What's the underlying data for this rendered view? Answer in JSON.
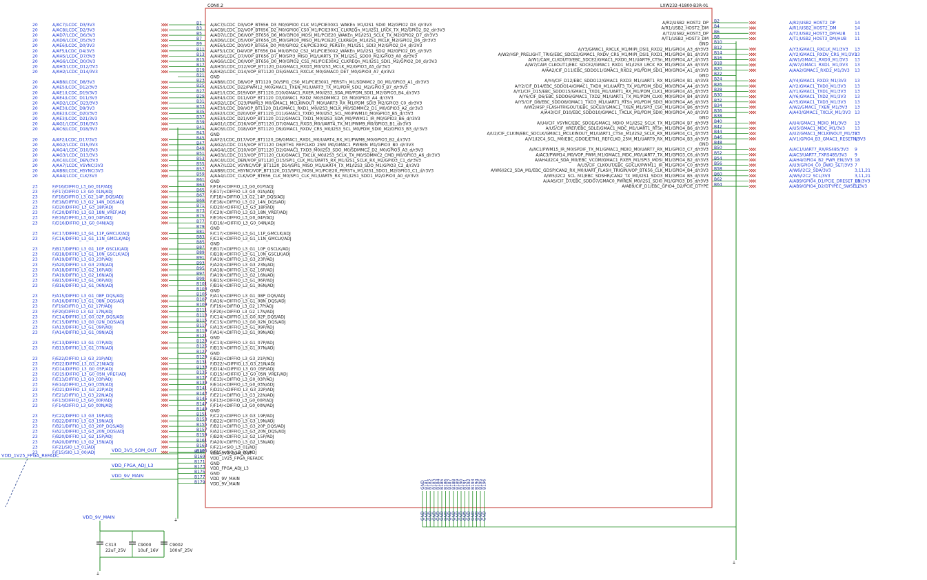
{
  "connector": {
    "refdes": "CON0.2",
    "part_number": "LXW232-41800-B3R-01"
  },
  "colors": {
    "wire": "#1e8a1e",
    "box": "#c0312b",
    "net_text": "#1f3bd6",
    "pin_text": "#1a2a8c",
    "signal_text": "#222222",
    "cross": "#c0312b"
  },
  "left_nets": [
    {
      "idx": "20",
      "net": "A/AC7/LCDC_D3/3V3",
      "pin": "B1",
      "sig": "A/AC7/LCDC_D3/VOP_BT656_D3_M0/GPIO0_CLK_M1/PCIE30X1_WAKEn_M1/I2S1_SDI0_M2/GPIO2_D3_d/r3V3"
    },
    {
      "idx": "20",
      "net": "A/AC8/LCDC_D2/3V3",
      "pin": "B3",
      "sig": "A/AC8/LCDC_D2/VOP_BT656_D2_M0/GPIO0_CS0_M1/PCIE30X1_CLKREQn_M1/I2S1_LRCK_TX_M2/GPIO2_D2_d/r3V3"
    },
    {
      "idx": "20",
      "net": "A/AD7/LCDC_D6/3V3",
      "pin": "B5",
      "sig": "A/AD7/LCDC_D6/VOP_BT656_D6_M0/GPIO0_MOSI_M1/PCIE20_WAKEn_M1/I2S1_SCLK_TX_M2/GPIO2_D7_d/r3V3"
    },
    {
      "idx": "20",
      "net": "A/AD6/LCDC_D5/3V3",
      "pin": "B7",
      "sig": "A/AD6/LCDC_D5/VOP_BT656_D5_M0/GPIO0_MISO_M1/PCIE20_CLKREQn_M1/I2S1_MCLK_M2/GPIO2_D6_d/r3V3"
    },
    {
      "idx": "20",
      "net": "A/AE6/LCDC_D0/3V3",
      "pin": "B9",
      "sig": "A/AE6/LCDC_D0/VOP_BT656_D0_M0/GPIO2_C6/PCIE30X2_PERSTn_M1/I2S1_SDI3_M2/GPIO2_D4_d/r3V3"
    },
    {
      "idx": "20",
      "net": "A/AF5/LCDC_D4/3V3",
      "pin": "B11",
      "sig": "A/AF5/LCDC_D4/VOP_BT656_D4_M0/GPIO2_CS2_M1/PCIE30X2_WAKEn_M1/I2S1_SDI2_M2/GPIO2_D5_d/r3V3"
    },
    {
      "idx": "20",
      "net": "A/AH5/LCDC_D7/3V3",
      "pin": "B13",
      "sig": "A/AH5/LCDC_D7/VOP_BT656_D7_M0/SPI3_MISO_M1/UART5_TX_M1/I2S1_SDO0_M2/GPIO3_A0_d/r3V3"
    },
    {
      "idx": "20",
      "net": "A/AG6/LCDC_D0/3V3",
      "pin": "B15",
      "sig": "A/AG6/LCDC_D0/VOP_BT656_D0_M0/GPIO2_CS1_M1/PCIE30X2_CLKREQn_M1/I2S1_SDI1_M2/GPIO2_D0_d/r3V3"
    },
    {
      "idx": "20",
      "net": "A/AH3/LCDC_D12/3V3",
      "pin": "B17",
      "sig": "A/AH3/LCDC_D12/VOP_BT1120_D4/GMAC1_RXD3_M0/I2S3_MCLK_M2/GPIO3_A5_d/r3V3"
    },
    {
      "idx": "20",
      "net": "A/AH2/LCDC_D14/3V3",
      "pin": "B19",
      "sig": "A/AH2/LCDC_D14/VOP_BT1120_D5/GMAC1_RXCLK_M0/GMAC0_DET_M0/GPIO3_A7_d/r3V3"
    },
    {
      "idx": "",
      "net": "",
      "pin": "B21",
      "sig": "GND"
    },
    {
      "idx": "20",
      "net": "A/AB8/LCDC_D8/3V3",
      "pin": "B23",
      "sig": "A/AB8/LCDC_D8/VOP_BT1120_D0/SPI1_CS0_M1/PCIE30X1_PERSTn_M1/SDMMC2_D0_M1/GPIO3_A1_d/r3V3"
    },
    {
      "idx": "20",
      "net": "A/AE5/LCDC_D12/3V3",
      "pin": "B25",
      "sig": "A/AE5/LCDC_D22/PWM12_M0/GMAC1_TXEN_M1/UART3_TX_M1/PDM_SDI2_M2/GPIO3_B7_d/r3V3"
    },
    {
      "idx": "20",
      "net": "A/AE1/LCDC_D19/3V3",
      "pin": "B27",
      "sig": "A/AE1/LCDC_D19/VOP_BT1120_D10/GMAC1_RXER_M0/I2S3_SDA_M0/PDM_SDI1_M2/GPIO3_B4_d/r3V3"
    },
    {
      "idx": "20",
      "net": "A/AE4/LCDC_D11/3V3",
      "pin": "B29",
      "sig": "A/AE4/LCDC_D11/VOP_BT1120_D3/GMAC1_RXD2_M0/SDMMC2_D3_M0/GPIO3_A4_d/r3V3"
    },
    {
      "idx": "20",
      "net": "A/AD2/LCDC_D23/3V3",
      "pin": "B31",
      "sig": "A/AD2/LCDC_D23/PWM13_M0/GMAC1_MCLKINOUT_M0/UART3_RX_M1/PDM_SDI3_M2/GPIO3_C0_d/r3V3"
    },
    {
      "idx": "20",
      "net": "A/AE3/LCDC_D9/3V3",
      "pin": "B33",
      "sig": "A/AE3/LCDC_D9/VOP_BT1120_D1/GMAC1_RXD1_M0/I2S3_MCLK_M0/SDMMC2_D1_M0/GPIO3_A2_d/r3V3"
    },
    {
      "idx": "20",
      "net": "A/AE2/LCDC_D20/3V3",
      "pin": "B35",
      "sig": "A/AE2/LCDC_D20/VOP_BT1120_D11/GMAC1_TXD0_M0/I2S3_SCL_M0/PWM10_M0/GPIO3_B5_d/r3V3"
    },
    {
      "idx": "20",
      "net": "A/AE3/LCDC_D21/3V3",
      "pin": "B37",
      "sig": "A/AE3/LCDC_D21/VOP_BT1120_D12/GMAC1_TXD1_M0/I2S3_SDA_M0/PWM11_IR_M0/GPIO3_B6_d/r3V3"
    },
    {
      "idx": "20",
      "net": "A/AG1/LCDC_D16/3V3",
      "pin": "B39",
      "sig": "A/AG1/LCDC_D16/VOP_BT1120_D7/GMAC1_RXD3_M0/UART4_TX_M1/PWM9_M0/GPIO3_B1_d/r3V3"
    },
    {
      "idx": "20",
      "net": "A/AC6/LCDC_D18/3V3",
      "pin": "B41",
      "sig": "A/AC6/LCDC_D18/VOP_BT1120_D9/GMAC1_RXDV_CRS_M0/I2S3_SCL_M0/PDM_SDI0_M2/GPIO3_B3_d/r3V3"
    },
    {
      "idx": "",
      "net": "",
      "pin": "B43",
      "sig": "GND"
    },
    {
      "idx": "20",
      "net": "A/AF2/LCDC_D17/3V3",
      "pin": "B45",
      "sig": "A/AF2/LCDC_D17/VOP_BT1120_D8/GMAC1_RXD1_M0/UART4_RX_M1/PWM8_M0/GPIO3_B2_d/r3V3"
    },
    {
      "idx": "20",
      "net": "A/AG2/LCDC_D15/3V3",
      "pin": "B47",
      "sig": "A/AG2/LCDC_D15/VOP_BT1120_D6/ETH1_REFCLKO_25M_M0/GMAC1_PWREN_M1/GPIO3_B0_d/r3V3"
    },
    {
      "idx": "20",
      "net": "A/AG4/LCDC_D10/3V3",
      "pin": "B49",
      "sig": "A/AG4/LCDC_D10/VOP_BT1120_D2/GMAC1_TXD3_M0/I2S3_SDO_M0/SDMMC2_D2_M0/GPIO3_A3_d/r3V3"
    },
    {
      "idx": "20",
      "net": "A/AG3/LCDC_D13/3V3",
      "pin": "B51",
      "sig": "A/AG3/LCDC_D13/VOP_BT1120_CLK/GMAC1_TXCLK_M0/I2S3_SCLK_TX_M0/SDMMC2_CMD_M0/GPIO3_A6_d/r3V3"
    },
    {
      "idx": "20",
      "net": "A/AC4/LCDC_DEN/3V3",
      "pin": "B53",
      "sig": "A/AC4/LCDC_DEN/VOP_BT1120_D15/SPI1_CLK_M1/UART5_RX_M1/I2S1_SCLK_RX_M2/GPIO3_C1_d/r3V3"
    },
    {
      "idx": "20",
      "net": "A/AA7/LCDC_VSYNC/3V3",
      "pin": "B55",
      "sig": "A/AA7/LCDC_VSYNC/VOP_BT1120_D14/SPI1_MISO_M1/UART4_TX_M1/I2S3_SDO_M1/GPIO3_C2_d/r3V3"
    },
    {
      "idx": "20",
      "net": "A/AB8/LCDC_HSYNC/3V3",
      "pin": "B57",
      "sig": "A/AB8/LCDC_HSYNC/VOP_BT1120_D13/SPI1_MOSI_M1/PCIE20_PERSTn_M1/I2S1_SDO1_M2/GPIO3_C1_d/r3V3"
    },
    {
      "idx": "20",
      "net": "A/AA4/LCDC_CLK/3V3",
      "pin": "B59",
      "sig": "A/AA4/LCDC_CLK/VOP_BT656_CLK_M0/SPI1_CLK_M1/UART5_RX_M1/I2S1_SDO1_M2/GPIO3_A0_d/r3V3"
    },
    {
      "idx": "",
      "net": "",
      "pin": "B61",
      "sig": "GND"
    },
    {
      "idx": "23",
      "net": "F/F16/DIFFIO_L3_G0_01P/ADJ",
      "pin": "B63",
      "sig": "F/F16/<DIFFIO_L3_G0_01P/ADJ"
    },
    {
      "idx": "23",
      "net": "F/F17/DIFFIO_L3_G0_01N/ADJ",
      "pin": "B65",
      "sig": "F/E17/<DIFFIO_L3_G0_01N/ADJ"
    },
    {
      "idx": "23",
      "net": "F/F18/DIFFIO_L3_G2_14P_DQS/ADJ",
      "pin": "B67",
      "sig": "F/F18/<DIFFIO_L3_G2_14P_DQS/ADJ"
    },
    {
      "idx": "23",
      "net": "F/E18/DIFFIO_L3_G2_14N_DQS/ADJ",
      "pin": "B69",
      "sig": "F/E18/<DIFFIO_L3_G2_14N_DQS/ADJ"
    },
    {
      "idx": "23",
      "net": "F/D20/DIFFIO_L3_G3_18P/ADJ",
      "pin": "B71",
      "sig": "F/D20/<DIFFIO_L3_G3_18P/ADJ"
    },
    {
      "idx": "23",
      "net": "F/C20/DIFFIO_L3_G3_18N_VREF/ADJ",
      "pin": "B73",
      "sig": "F/C20/<DIFFIO_L3_G3_18N_VREF/ADJ"
    },
    {
      "idx": "23",
      "net": "F/E16/DIFFIO_L3_G0_04P/ADJ",
      "pin": "B75",
      "sig": "F/E16/<DIFFIO_L3_G0_04P/ADJ"
    },
    {
      "idx": "23",
      "net": "F/D16/DIFFIO_L3_G0_04N/ADJ",
      "pin": "B77",
      "sig": "F/D16/<DIFFIO_L3_G0_04N/ADJ"
    },
    {
      "idx": "",
      "net": "",
      "pin": "B79",
      "sig": "GND"
    },
    {
      "idx": "23",
      "net": "F/C17/DIFFIO_L3_G1_11P_GMCLK/ADJ",
      "pin": "B81",
      "sig": "F/C17/<DIFFIO_L3_G1_11P_GMCLK/ADJ"
    },
    {
      "idx": "23",
      "net": "F/C16/DIFFIO_L3_G1_11N_GMCLK/ADJ",
      "pin": "B83",
      "sig": "F/C16/<DIFFIO_L3_G1_11N_GMCLK/ADJ"
    },
    {
      "idx": "",
      "net": "",
      "pin": "B85",
      "sig": "GND"
    },
    {
      "idx": "23",
      "net": "F/B17/DIFFIO_L3_G1_10P_GSCLK/ADJ",
      "pin": "B87",
      "sig": "F/B17/<DIFFIO_L3_G1_10P_GSCLK/ADJ"
    },
    {
      "idx": "23",
      "net": "F/B18/DIFFIO_L3_G1_10N_GSCLK/ADJ",
      "pin": "B89",
      "sig": "F/B18/<DIFFIO_L3_G1_10N_GSCLK/ADJ"
    },
    {
      "idx": "23",
      "net": "F/A19/DIFFIO_L3_G3_23P/ADJ",
      "pin": "B91",
      "sig": "F/A19/<DIFFIO_L3_G3_23P/ADJ"
    },
    {
      "idx": "23",
      "net": "F/A20/DIFFIO_L3_G3_23N/ADJ",
      "pin": "B93",
      "sig": "F/A20/<DIFFIO_L3_G3_23N/ADJ"
    },
    {
      "idx": "23",
      "net": "F/A18/DIFFIO_L3_G2_16P/ADJ",
      "pin": "B95",
      "sig": "F/A18/<DIFFIO_L3_G2_16P/ADJ"
    },
    {
      "idx": "23",
      "net": "F/A19/DIFFIO_L3_G2_16N/ADJ",
      "pin": "B97",
      "sig": "F/A19/<DIFFIO_L3_G2_16N/ADJ"
    },
    {
      "idx": "23",
      "net": "F/B15/DIFFIO_L3_G1_06P/ADJ",
      "pin": "B99",
      "sig": "F/B15/<DIFFIO_L3_G1_06P/ADJ"
    },
    {
      "idx": "23",
      "net": "F/B16/DIFFIO_L3_G1_06N/ADJ",
      "pin": "B101",
      "sig": "F/B16/<DIFFIO_L3_G1_06N/ADJ"
    },
    {
      "idx": "",
      "net": "",
      "pin": "B103",
      "sig": "GND"
    },
    {
      "idx": "23",
      "net": "F/A15/DIFFIO_L3_G1_08P_DQS/ADJ",
      "pin": "B105",
      "sig": "F/A15/<DIFFIO_L3_G1_08P_DQS/ADJ"
    },
    {
      "idx": "23",
      "net": "F/A16/DIFFIO_L3_G1_08N_DQS/ADJ",
      "pin": "B107",
      "sig": "F/A16/<DIFFIO_L3_G1_08N_DQS/ADJ"
    },
    {
      "idx": "23",
      "net": "F/F19/DIFFIO_L3_G2_17P/ADJ",
      "pin": "B109",
      "sig": "F/F19/<DIFFIO_L3_G2_17P/ADJ"
    },
    {
      "idx": "23",
      "net": "F/F20/DIFFIO_L3_G2_17N/ADJ",
      "pin": "B111",
      "sig": "F/F20/<DIFFIO_L3_G2_17N/ADJ"
    },
    {
      "idx": "23",
      "net": "F/C14/DIFFIO_L3_G0_02P_DQS/ADJ",
      "pin": "B113",
      "sig": "F/C14/<DIFFIO_L3_G0_02P_DQS/ADJ"
    },
    {
      "idx": "23",
      "net": "F/C15/DIFFIO_L3_G0_02N_DQS/ADJ",
      "pin": "B115",
      "sig": "F/C15/<DIFFIO_L3_G0_02N_DQS/ADJ"
    },
    {
      "idx": "23",
      "net": "F/A13/DIFFIO_L3_G1_09P/ADJ",
      "pin": "B117",
      "sig": "F/A13/<DIFFIO_L3_G1_09P/ADJ"
    },
    {
      "idx": "23",
      "net": "F/A14/DIFFIO_L3_G1_09N/ADJ",
      "pin": "B119",
      "sig": "F/A14/<DIFFIO_L3_G1_09N/ADJ"
    },
    {
      "idx": "",
      "net": "",
      "pin": "B121",
      "sig": "GND"
    },
    {
      "idx": "23",
      "net": "F/C13/DIFFIO_L3_G1_07P/ADJ",
      "pin": "B123",
      "sig": "F/C13/<DIFFIO_L3_G1_07P/ADJ"
    },
    {
      "idx": "23",
      "net": "F/B13/DIFFIO_L3_G1_07N/ADJ",
      "pin": "B125",
      "sig": "F/B13/<DIFFIO_L3_G1_07N/ADJ"
    },
    {
      "idx": "",
      "net": "",
      "pin": "B127",
      "sig": "GND"
    },
    {
      "idx": "23",
      "net": "F/E22/DIFFIO_L3_G3_21P/ADJ",
      "pin": "B129",
      "sig": "F/E22/<DIFFIO_L3_G3_21P/ADJ"
    },
    {
      "idx": "23",
      "net": "F/D22/DIFFIO_L3_G3_21N/ADJ",
      "pin": "B131",
      "sig": "F/D22/<DIFFIO_L3_G3_21N/ADJ"
    },
    {
      "idx": "23",
      "net": "F/D14/DIFFIO_L3_G0_05P/ADJ",
      "pin": "B133",
      "sig": "F/D14/<DIFFIO_L3_G0_05P/ADJ"
    },
    {
      "idx": "23",
      "net": "F/D15/DIFFIO_L3_G0_05N_VREF/ADJ",
      "pin": "B135",
      "sig": "F/D15/<DIFFIO_L3_G0_05N_VREF/ADJ"
    },
    {
      "idx": "23",
      "net": "F/E13/DIFFIO_L3_G0_03P/ADJ",
      "pin": "B137",
      "sig": "F/E13/<DIFFIO_L3_G0_03P/ADJ"
    },
    {
      "idx": "23",
      "net": "F/E14/DIFFIO_L3_G0_03N/ADJ",
      "pin": "B139",
      "sig": "F/E14/<DIFFIO_L3_G0_03N/ADJ"
    },
    {
      "idx": "23",
      "net": "F/D21/DIFFIO_L3_G3_22P/ADJ",
      "pin": "B141",
      "sig": "F/D21/<DIFFIO_L3_G3_22P/ADJ"
    },
    {
      "idx": "23",
      "net": "F/E21/DIFFIO_L3_G3_22N/ADJ",
      "pin": "B143",
      "sig": "F/E21/<DIFFIO_L3_G3_22N/ADJ"
    },
    {
      "idx": "23",
      "net": "F/F13/DIFFIO_L3_G0_00P/ADJ",
      "pin": "B145",
      "sig": "F/F13/<DIFFIO_L3_G0_00P/ADJ"
    },
    {
      "idx": "23",
      "net": "F/F14/DIFFIO_L3_G0_00N/ADJ",
      "pin": "B147",
      "sig": "F/F14/<DIFFIO_L3_G0_00N/ADJ"
    },
    {
      "idx": "",
      "net": "",
      "pin": "B149",
      "sig": "GND"
    },
    {
      "idx": "23",
      "net": "F/C22/DIFFIO_L3_G3_19P/ADJ",
      "pin": "B151",
      "sig": "F/C22/<DIFFIO_L3_G3_19P/ADJ"
    },
    {
      "idx": "23",
      "net": "F/B22/DIFFIO_L3_G3_19N/ADJ",
      "pin": "B153",
      "sig": "F/B22/<DIFFIO_L3_G3_19N/ADJ"
    },
    {
      "idx": "23",
      "net": "F/B21/DIFFIO_L3_G3_20P_DQS/ADJ",
      "pin": "B155",
      "sig": "F/B21/<DIFFIO_L3_G3_20P_DQS/ADJ"
    },
    {
      "idx": "23",
      "net": "F/A21/DIFFIO_L3_G3_20N_DQS/ADJ",
      "pin": "B157",
      "sig": "F/A21/<DIFFIO_L3_G3_20N_DQS/ADJ"
    },
    {
      "idx": "23",
      "net": "F/B20/DIFFIO_L3_G2_15P/ADJ",
      "pin": "B159",
      "sig": "F/B20/<DIFFIO_L3_G2_15P/ADJ"
    },
    {
      "idx": "23",
      "net": "F/A20/DIFFIO_L3_G2_15N/ADJ",
      "pin": "B161",
      "sig": "F/A20/<DIFFIO_L3_G2_15N/ADJ"
    },
    {
      "idx": "23",
      "net": "F/F21/SIO_L3_01/ADJ",
      "pin": "B163",
      "sig": "F/F21/<SIO_L3_01/ADJ"
    },
    {
      "idx": "23",
      "net": "F/F15/SIO_L3_00/ADJ",
      "pin": "B165",
      "sig": "F/F15/<SIO_L3_00/ADJ"
    }
  ],
  "power_left": [
    {
      "net": "VDD_3V3_SOM_OUT",
      "pin": "B167",
      "sig": "VDD_3V3_SOM_OUT"
    },
    {
      "net": "VDD_1V25_FPGA_REFADC",
      "pin": "B169",
      "sig": "VDD_1V25_FPGA_REFADC"
    },
    {
      "net": "",
      "pin": "B171",
      "sig": "GND"
    },
    {
      "net": "VDD_FPGA_ADJ_L3",
      "pin": "B173",
      "sig": "VDD_FPGA_ADJ_L3"
    },
    {
      "net": "",
      "pin": "B175",
      "sig": "GND"
    },
    {
      "net": "VDD_9V_MAIN",
      "pin": "B177",
      "sig": "VDD_9V_MAIN"
    },
    {
      "net": "",
      "pin": "B179",
      "sig": "VDD_9V_MAIN"
    }
  ],
  "right_nets": [
    {
      "pin": "B2",
      "sig": "A/R2/USB2_HOST2_DP",
      "net": "A/R2/USB2_HOST2_DP",
      "idx": "14"
    },
    {
      "pin": "B4",
      "sig": "A/R1/USB2_HOST2_DM",
      "net": "A/R1/USB2_HOST2_DM",
      "idx": "14"
    },
    {
      "pin": "B6",
      "sig": "A/T2/USB2_HOST3_DP",
      "net": "A/T2/USB2_HOST3_DP/HUB",
      "idx": "11"
    },
    {
      "pin": "B8",
      "sig": "A/T1/USB2_HOST3_DM",
      "net": "A/T1/USB2_HOST3_DM/HUB",
      "idx": "11"
    },
    {
      "pin": "B10",
      "sig": "GND",
      "net": "",
      "idx": ""
    },
    {
      "pin": "B12",
      "sig": "A/Y3/GMAC1_RXCLK_M1/MIPI_DSI1_RXD2_M1/GPIO4_A3_d/r3V3",
      "net": "A/Y3/GMAC1_RXCLK_M1/3V3",
      "idx": "13"
    },
    {
      "pin": "B14",
      "sig": "A/W2/HSP_PRELIGHT_TRIG/EBC_SDCE3/GMAC1_RXDV_CRS_M1/MIPI_DSI1_RXD1_M1/GPIO4_B1_d/r3V3",
      "net": "A/Y2/GMAC1_RXDV_CRS_M1/3V3",
      "idx": "13"
    },
    {
      "pin": "B16",
      "sig": "A/W1/CAM_CLKOUT0/EBC_SDCE2/GMAC1_RXD0_M1/UART9_CTSn_M1/GPIO4_A7_d/r3V3",
      "net": "A/W1/GMAC1_RXD0_M1/3V3",
      "idx": "13"
    },
    {
      "pin": "B18",
      "sig": "A/W7/CAM_CLKOUT1/EBC_SDCE2/GMAC1_RXD1_M1/I2S3_LRCK_RX_M1/GPIO4_A5_d/r3V3",
      "net": "A/W7/GMAC1_RXD1_M1/3V3",
      "idx": "13"
    },
    {
      "pin": "B20",
      "sig": "A/AA2/CIF_D11/EBC_SDDO11/GMAC1_RXD2_M1/PDM_SDI1_M0/GPIO4_A1_d/r3V3",
      "net": "A/AA2/GMAC1_RXD2_M1/3V3",
      "idx": "13"
    },
    {
      "pin": "B22",
      "sig": "GND",
      "net": "",
      "idx": ""
    },
    {
      "pin": "B24",
      "sig": "A/Y4/CIF_D12/EBC_SDDO12/GMAC1_RXD3_M1/UART1_RX_M1/GPIO4_B1_d/r3V3",
      "net": "A/Y4/GMAC1_RXD3_M1/3V3",
      "idx": "13"
    },
    {
      "pin": "B26",
      "sig": "A/Y2/CIF_D14/EBC_SDDO14/GMAC1_TXD0_M1/UART3_TX_M1/PDM_SDI2_M0/GPIO4_A4_d/r3V3",
      "net": "A/Y2/GMAC1_TXD0_M1/3V3",
      "idx": "13"
    },
    {
      "pin": "B28",
      "sig": "A/Y1/CIF_D15/EBC_SDDO15/GMAC1_TXD1_M1/UART1_RX_M1/PDM_CLK1_M0/GPIO4_A5_d/r3V3",
      "net": "A/Y1/GMAC1_TXD1_M1/3V3",
      "idx": "13"
    },
    {
      "pin": "B30",
      "sig": "A/Y6/CIF_D6/EBC_SDDO6/GMAC1_TXD2_M1/UART1_TX_M1/PDM_CLK0_M0/GPIO4_B4_d/r3V3",
      "net": "A/Y6/GMAC1_TXD2_M1/3V3",
      "idx": "13"
    },
    {
      "pin": "B32",
      "sig": "A/Y5/CIF_D8/EBC_SDDO8/GMAC1_TXD3_M1/UART1_RTSn_M1/PDM_SDI3_M0/GPIO4_A6_d/r3V3",
      "net": "A/Y5/GMAC1_TXD3_M1/3V3",
      "idx": "13"
    },
    {
      "pin": "B34",
      "sig": "A/W2/HSP_FLASHTRIGOUT/EBC_SDCE0/GMAC1_TXEN_M1/SPI3_CS0_M1/GPIO4_B6_d/r3V3",
      "net": "A/W2/GMAC1_TXEN_M1/3V3",
      "idx": "13"
    },
    {
      "pin": "B36",
      "sig": "A/A43/CIF_D10/EBC_SDDO10/GMAC1_TXCLK_M1/PDM_SDI0_M0/GPIO4_A0_d/r3V3",
      "net": "A/A43/GMAC1_TXCLK_M1/3V3",
      "idx": "13"
    },
    {
      "pin": "B38",
      "sig": "GND",
      "net": "",
      "idx": ""
    },
    {
      "pin": "B40",
      "sig": "A/U4/CIF_VSYNC/EBC_SDOE/GMAC1_MDIO_M1/I2S2_SCLK_TX_M1/GPIO4_B7_d/r3V3",
      "net": "A/U4/GMAC1_MDIO_M1/3V3",
      "idx": "13"
    },
    {
      "pin": "B42",
      "sig": "A/U5/CIF_HREF/EBC_SDLE/GMAC1_MDC_M1/UART1_RTSn_M1/GPIO4_B6_d/r3V3",
      "net": "A/U5/GMAC1_MDC_M1/3V3",
      "idx": "13"
    },
    {
      "pin": "B44",
      "sig": "A/U2/CIF_CLKIN/EBC_SDCLK/GMAC1_MCLKINOUT_M1/UART1_CTSn_M1/I2S2_SCLK_RX_M1/GPIO4_C1_d/r3V3",
      "net": "A/U2/GMAC1_MCLKINOUT_M1/3V3",
      "idx": "13"
    },
    {
      "pin": "B46",
      "sig": "A/V1/I2C4_SCL_M0/EBC_GDOE/ETH1_REFCLKO_25M_M1/UART9_RX_M1/GPIO4_B3_d/r3V3",
      "net": "A/V1/GPIO4_B3_GMAC1_RESETN/3V3",
      "idx": "13"
    },
    {
      "pin": "B48",
      "sig": "GND",
      "net": "",
      "idx": ""
    },
    {
      "pin": "B50",
      "sig": "A/AC1/PWM15_IR_M0/SPDIF_TX_M1/GMAC1_MDIO_M0/UART7_RX_M1/GPIO3_C7_d/r3V3",
      "net": "A/AC1/UART7_RX/RS485/3V3",
      "idx": "9"
    },
    {
      "pin": "B52",
      "sig": "A/AC3/PWM14_M0/VOP_PWM_M1/GMAC1_MDC_M0/UART7_TX_M1/GPIO3_C6_d/r3V3",
      "net": "A/AC3/UART7_TXRS485/3V3",
      "idx": "9"
    },
    {
      "pin": "B54",
      "sig": "A/AH4/I2C4_SDA_M0/EBC_VCOM/GMAC1_RXER_M1/SPI3_MOSI_M1/GPIO4_B2_d/r3V3",
      "net": "A/AH4/GPIO4_B2_PWR_EN/3V3",
      "idx": "18"
    },
    {
      "pin": "B56",
      "sig": "A/U3/CIF_CLKOUT/EBC_GDCLK/PWM11_IR_M1/GPIO4_C0_d/r3V3",
      "net": "A/U3/GPIO4_C0_DWD_SET/3V3",
      "idx": "7"
    },
    {
      "pin": "B58",
      "sig": "A/W6/I2C2_SDA_M1/EBC_GDSP/CAN2_RX_M0/UART_FLASH_TRIGIN/VOP_BT656_CLK_M1/GPIO4_B4_d/r3V3",
      "net": "A/W6/I2C2_SDA/3V3",
      "idx": "3,11,21"
    },
    {
      "pin": "B60",
      "sig": "A/W5/I2C2_SCL_M1/EBC_SDSHR/CAN2_TX_M0/I2S1_SDO3_M1/GPIO4_B5_d/r3V3",
      "net": "A/W5/I2C2_SCL/3V3",
      "idx": "3,11,21"
    },
    {
      "pin": "B62",
      "sig": "A/AA5/CIF_D7/EBC_SDDO7/GMAC0_PWREN_M0/I2S1_SDI0_M1/GPIO3_D5_d/r3V3",
      "net": "A/AB9/GPIO4_D1/PCIE_DRESET_EN/3V3",
      "idx": "18"
    },
    {
      "pin": "B64",
      "sig": "A/AB9/CIF_D1/EBC_GPIO4_D2/PCIE_DTYPE",
      "net": "A/AB9/GPIO4_D2/DTYPEC_SWSEL/3V3",
      "idx": "11"
    }
  ],
  "bottom_pins": [
    "GND",
    "B181",
    "B182",
    "B183",
    "B184",
    "B185",
    "B186",
    "B187",
    "B188",
    "B189",
    "B190",
    "B191",
    "B192",
    "B193",
    "B194",
    "B195",
    "B196"
  ],
  "capacitors": [
    {
      "ref": "C313",
      "value": "22uF_25V"
    },
    {
      "ref": "C9000",
      "value": "10uF_16V"
    },
    {
      "ref": "C9002",
      "value": "100nF_25V"
    }
  ],
  "cap_net": "VDD_9V_MAIN"
}
